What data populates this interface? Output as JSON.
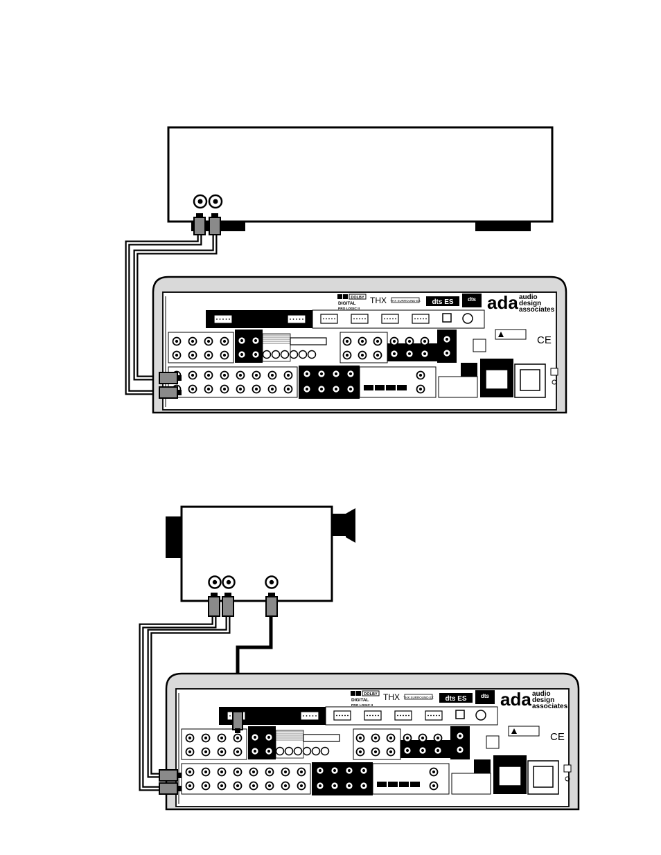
{
  "colors": {
    "ink": "#000000",
    "paper": "#ffffff",
    "chassis": "#d9d9d9",
    "cable_fill": "#8a8a8a"
  },
  "logos": {
    "dolby_top": "DOLBY",
    "dolby_digital": "DIGITAL",
    "pro_logic": "PRO LOGIC II",
    "thx": "THX",
    "thx_sub": "THX SURROUND EX",
    "dts_es": "dts ES",
    "dts_small": "dts",
    "brand_mark": "ada",
    "brand_line1": "audio",
    "brand_line2": "design",
    "brand_line3": "associates",
    "ce_mark": "CE"
  },
  "figures": [
    {
      "name": "upper-figure",
      "source": "component-box-with-two-rca-outputs"
    },
    {
      "name": "lower-figure",
      "source": "camcorder-with-audio-and-video-outputs"
    }
  ]
}
